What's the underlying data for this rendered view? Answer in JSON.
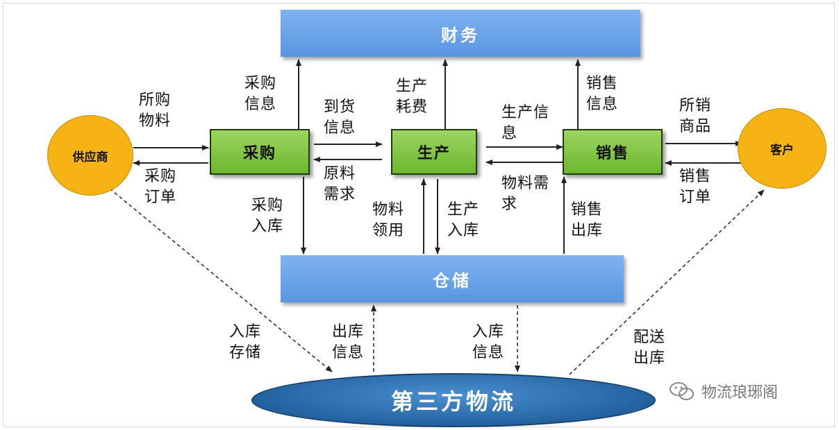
{
  "finance": "财务",
  "warehouse": "仓储",
  "third_party": "第三方物流",
  "nodes": {
    "purchase": "采购",
    "production": "生产",
    "sales": "销售"
  },
  "supplier": "供应商",
  "customer": "客户",
  "labels": {
    "purchase_info": "采购\n信息",
    "production_cost": "生产\n耗费",
    "sales_info": "销售\n信息",
    "purchased_materials": "所购\n物料",
    "purchase_order": "采购\n订单",
    "arrival_info": "到货\n信息",
    "raw_material_demand": "原料\n需求",
    "production_info": "生产信\n息",
    "material_demand": "物料需\n求",
    "sold_goods": "所销\n商品",
    "sales_order": "销售\n订单",
    "purchase_inbound": "采购\n入库",
    "material_requisition": "物料\n领用",
    "production_inbound": "生产\n入库",
    "sales_outbound": "销售\n出库",
    "inbound_storage": "入库\n存储",
    "outbound_info": "出库\n信息",
    "inbound_info": "入库\n信息",
    "delivery_outbound": "配送\n出库"
  },
  "watermark": "物流琅琊阁"
}
